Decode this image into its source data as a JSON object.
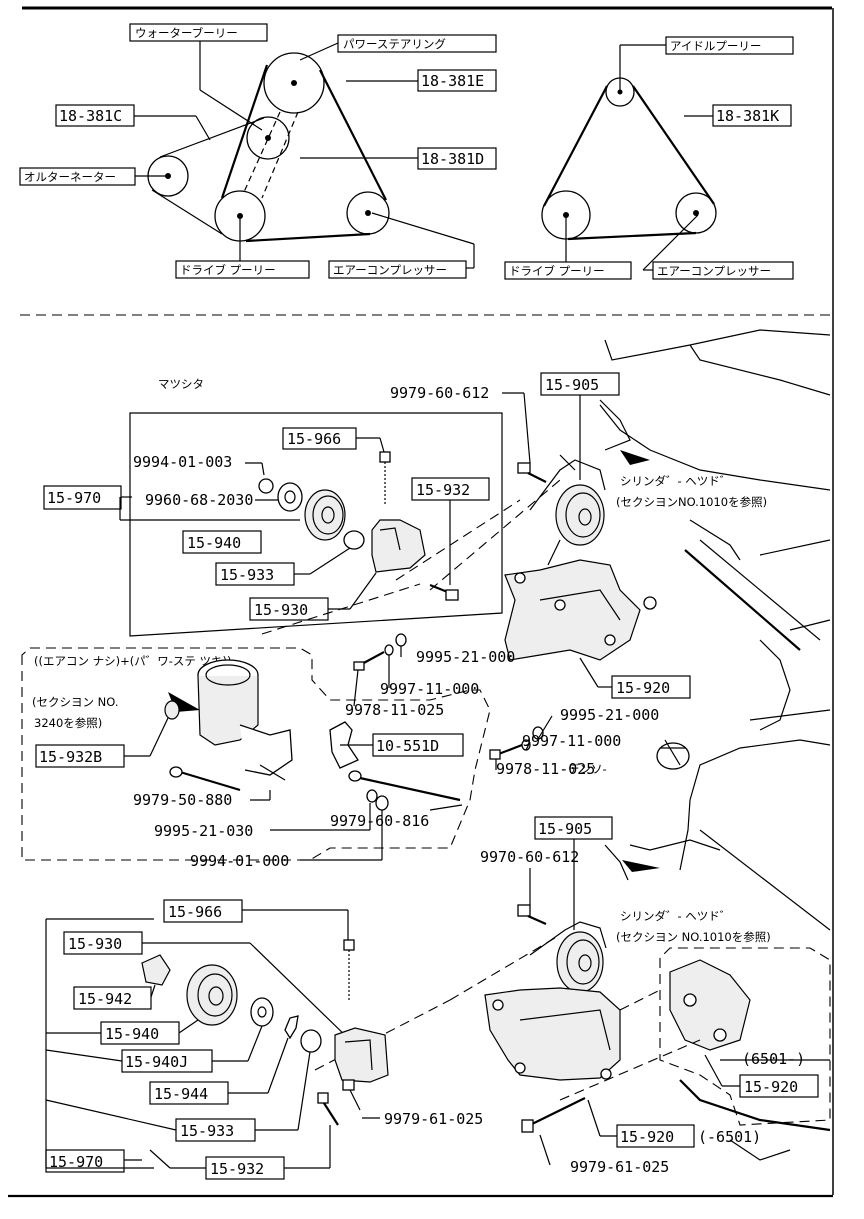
{
  "top_left": {
    "water_pump_pulley": "ウォーターブーリー",
    "power_steering": "パワーステアリング",
    "alternator": "オルターネーター",
    "drive_pulley": "ドライブ プーリー",
    "aircon_comp": "エアーコンプレッサー",
    "belt_c": "18-381C",
    "belt_e": "18-381E",
    "belt_d": "18-381D"
  },
  "top_right": {
    "idle_pulley": "アイドルプーリー",
    "drive_pulley": "ドライブ プーリー",
    "aircon_comp": "エアーコンプレッサー",
    "belt_k": "18-381K"
  },
  "middle": {
    "header": "マツシタ",
    "group_label": "15-970",
    "parts": {
      "p15966": "15-966",
      "p15932": "15-932",
      "p15940": "15-940",
      "p15933": "15-933",
      "p15930": "15-930",
      "p15905": "15-905",
      "p15920": "15-920",
      "p10551d": "10-551D",
      "p15932b": "15-932B"
    },
    "numbers": {
      "n9994_003": "9994-01-003",
      "n9960": "9960-68-2030",
      "n9979_612": "9979-60-612",
      "n9995_000a": "9995-21-000",
      "n9997_000a": "9997-11-000",
      "n9978_025a": "9978-11-025",
      "n9995_000b": "9995-21-000",
      "n9997_000b": "9997-11-000",
      "n9978_025b": "9978-11-025",
      "n9979_880": "9979-50-880",
      "n9995_030": "9995-21-030",
      "n9994_000": "9994-01-000",
      "n9979_816": "9979-60-816"
    },
    "cyl_head": "シリンダ゛- ヘツド゛",
    "cyl_ref": "(セクシヨンNO.1010を参照)",
    "cond_title": "((エアコン ナシ)+(パ゛ワ-ステ ツキ))",
    "sect_ref_a": "(セクシヨン NO.",
    "sect_ref_b": "3240を参照)"
  },
  "bottom": {
    "header": "デンソ-",
    "parts": {
      "p15905": "15-905",
      "p15966": "15-966",
      "p15930": "15-930",
      "p15942": "15-942",
      "p15940": "15-940",
      "p15940j": "15-940J",
      "p15944": "15-944",
      "p15933": "15-933",
      "p15970": "15-970",
      "p15932": "15-932",
      "p15920a": "15-920",
      "p15920b": "15-920"
    },
    "numbers": {
      "n9970_612": "9970-60-612",
      "n9979_025a": "9979-61-025",
      "n9979_025b": "9979-61-025"
    },
    "cyl_head": "シリンダ゛- ヘツド゛",
    "cyl_ref": "(セクシヨン NO.1010を参照)",
    "range_a": "(6501-)",
    "range_b": "(-6501)"
  }
}
